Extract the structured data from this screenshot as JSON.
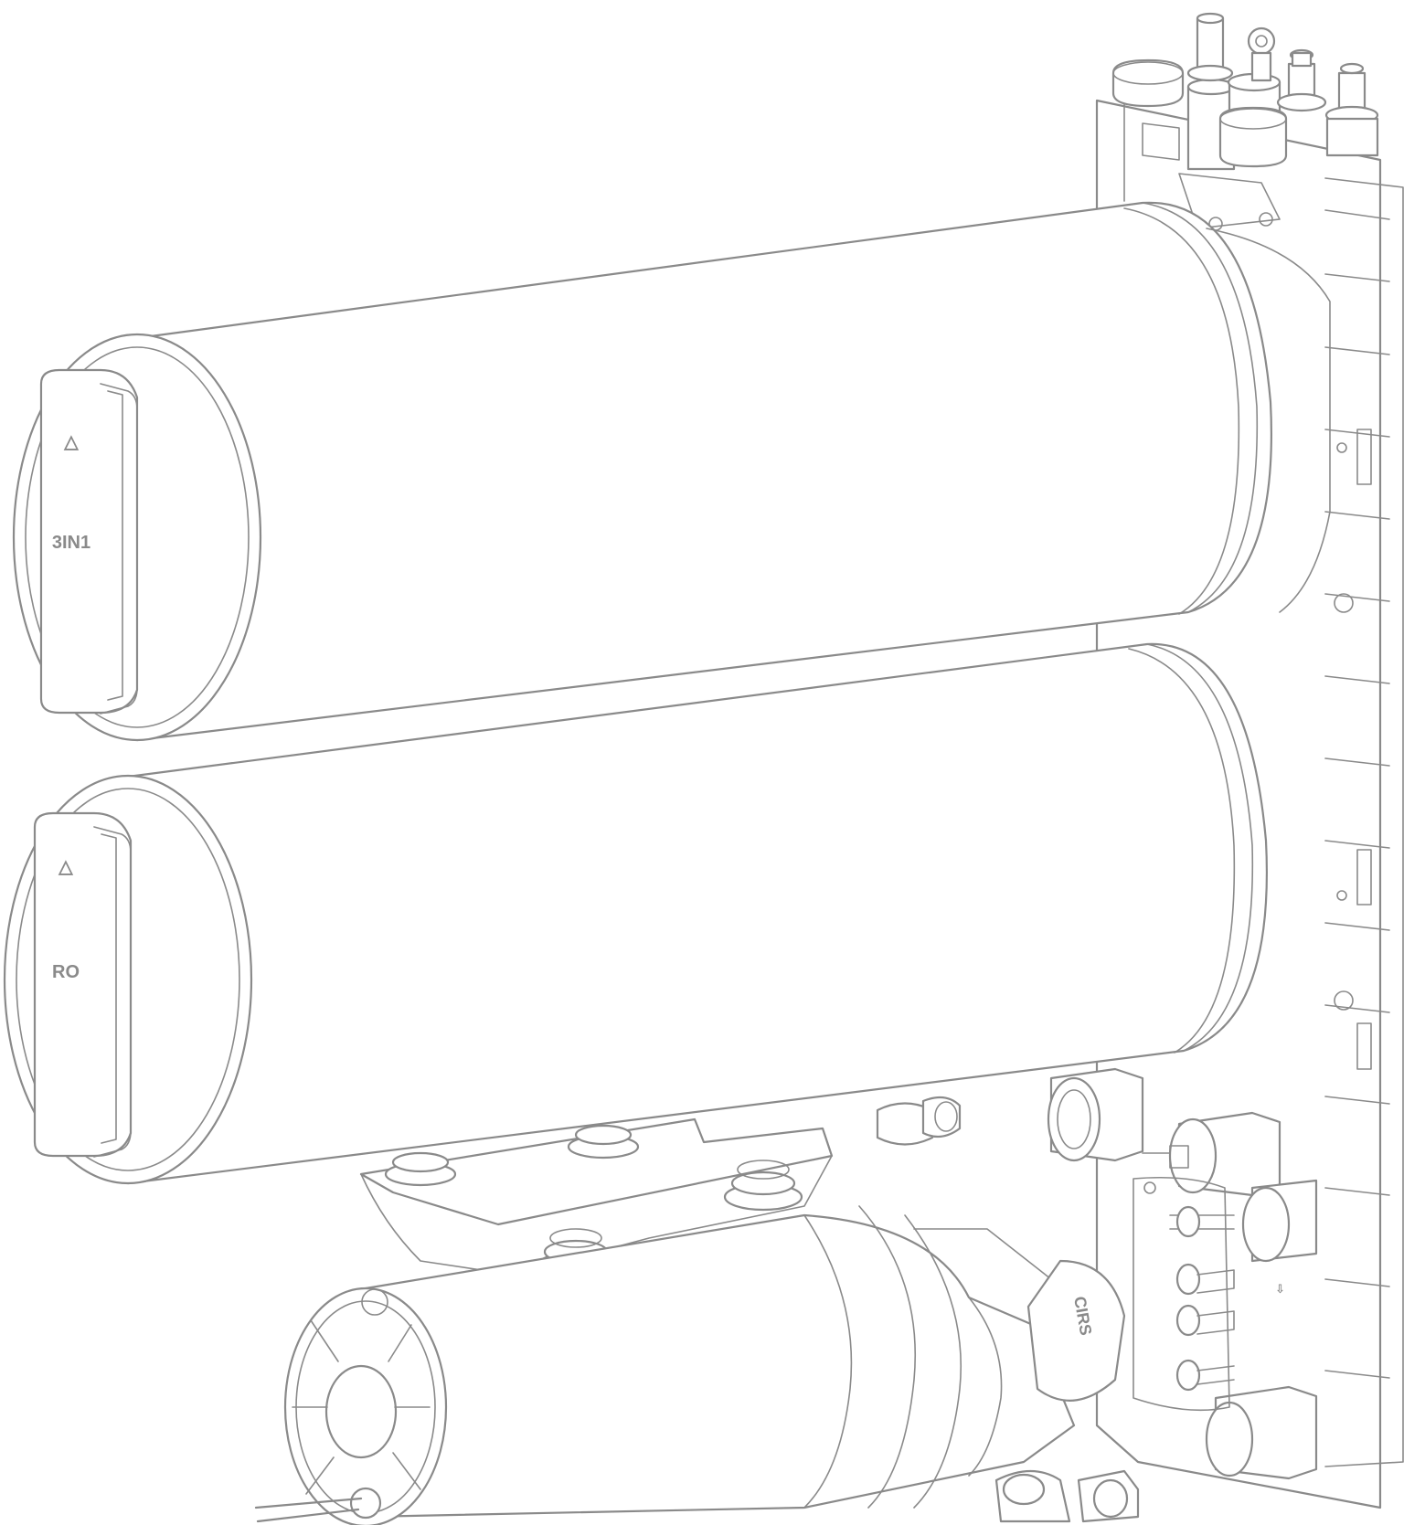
{
  "cartridges": [
    {
      "label": "3IN1",
      "mark": "△"
    },
    {
      "label": "RO",
      "mark": "△"
    }
  ],
  "pump_label": "CIRS",
  "arrow_glyph": "⇩"
}
